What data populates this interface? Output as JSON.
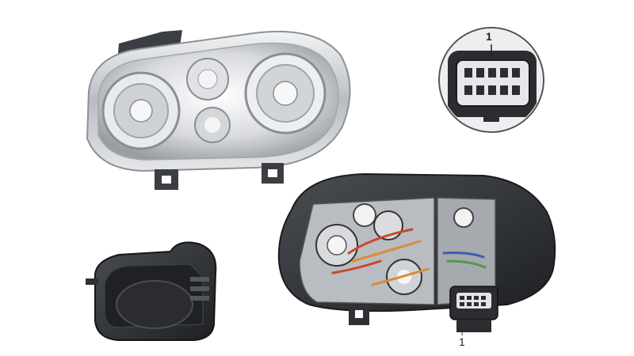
{
  "callouts": {
    "connector_detail": "1",
    "rear_connector": "1"
  },
  "colors": {
    "background": "#ffffff",
    "chrome": "#c9ccd0",
    "housing": "#2f3134",
    "wire_red": "#c8472c",
    "wire_orange": "#d98a3a",
    "wire_blue": "#3a5fb0",
    "wire_green": "#4f9a4a"
  },
  "icons": {
    "headlamp_front": "headlamp-front-view",
    "headlamp_rear": "headlamp-rear-view",
    "connector": "10-pin-connector",
    "cover": "rear-access-cover"
  }
}
